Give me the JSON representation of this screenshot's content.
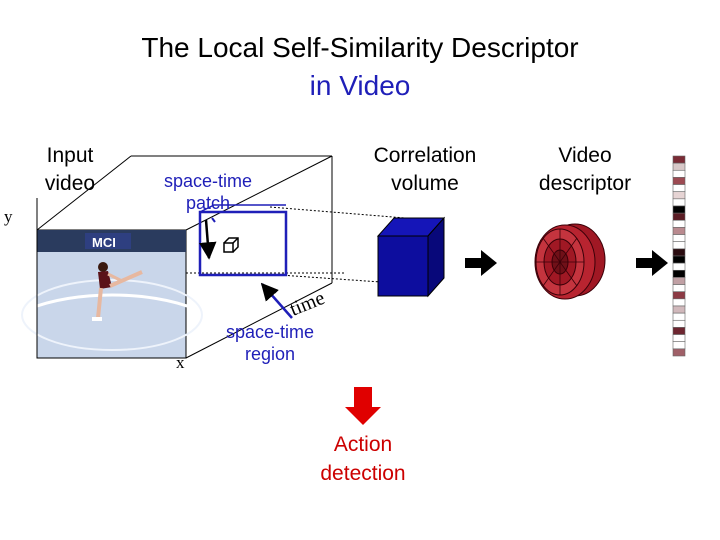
{
  "title": {
    "line1": "The Local Self-Similarity Descriptor",
    "line2": "in Video"
  },
  "labels": {
    "input_video": [
      "Input",
      "video"
    ],
    "space_time_patch": [
      "space-time",
      "patch"
    ],
    "correlation_volume": [
      "Correlation",
      "volume"
    ],
    "video_descriptor": [
      "Video",
      "descriptor"
    ],
    "space_time_region": [
      "space-time",
      "region"
    ],
    "action_detection": [
      "Action",
      "detection"
    ]
  },
  "axes": {
    "x": "x",
    "y": "y",
    "time": "time"
  },
  "frame_logo": "MCI",
  "colors": {
    "title_accent": "#1f1fb8",
    "label_blue": "#1f1fb8",
    "region_box": "#1f1fb8",
    "cube_fill": "#0d0d9e",
    "action_red": "#cc0000",
    "ice": "#c9d6ea"
  },
  "descriptor_bar": {
    "cell_shades": [
      "#7a2b35",
      "#d8c8c8",
      "#ffffff",
      "#9c4a52",
      "#ffffff",
      "#e6d4d4",
      "#ffffff",
      "#000000",
      "#5a1c24",
      "#ffffff",
      "#b98a8f",
      "#ffffff",
      "#ffffff",
      "#2a0c10",
      "#000000",
      "#ffffff",
      "#000000",
      "#c0a0a4",
      "#ffffff",
      "#8c3a44",
      "#ffffff",
      "#d0b8bb",
      "#ffffff",
      "#ffffff",
      "#6d2630",
      "#ffffff",
      "#ffffff",
      "#a06068"
    ]
  }
}
